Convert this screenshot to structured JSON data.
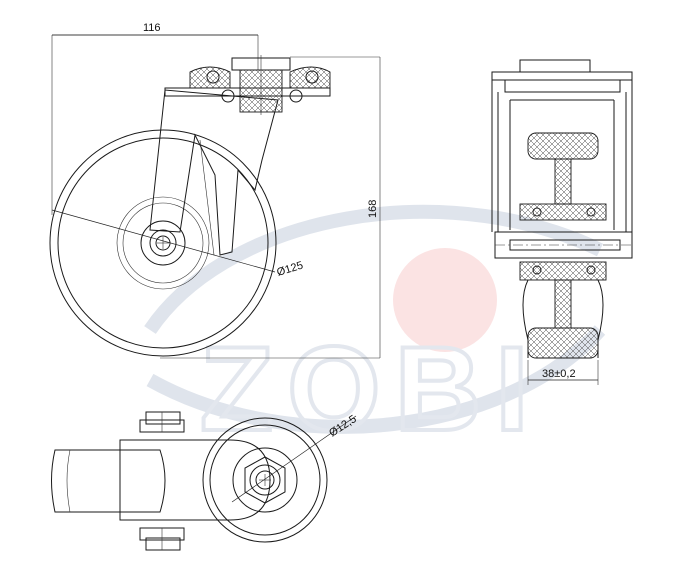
{
  "drawing": {
    "watermark": "ZOBI",
    "dimensions": {
      "width_116": "116",
      "height_168": "168",
      "diameter_wheel": "Ø125",
      "diameter_bolt": "Ø12,5",
      "tread_width": "38±0,2"
    },
    "colors": {
      "line": "#1a1a1a",
      "watermark_blue": "#dfe4ec",
      "watermark_red": "#fbe3e3"
    }
  }
}
